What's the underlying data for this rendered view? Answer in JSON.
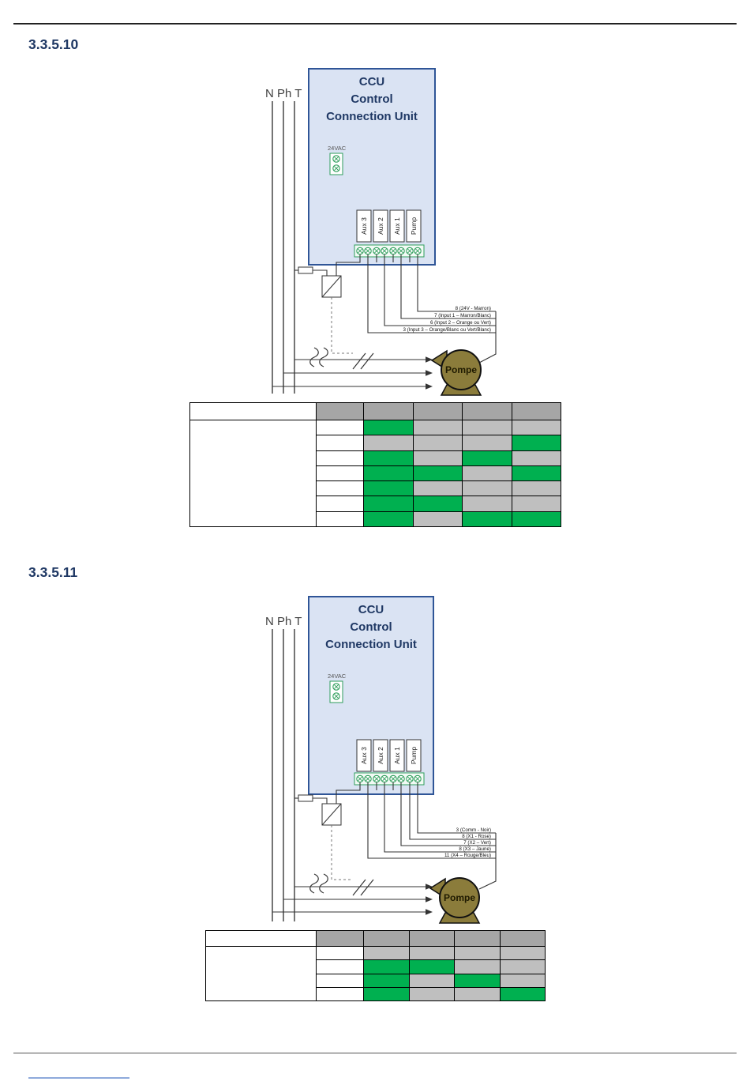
{
  "page": {
    "section1_heading": "3.3.5.10",
    "section2_heading": "3.3.5.11"
  },
  "diagram1": {
    "title_line1": "CCU",
    "title_line2": "Control",
    "title_line3": "Connection Unit",
    "phase_label": "N Ph T",
    "vac_label": "24VAC",
    "aux_labels": [
      "Aux 3",
      "Aux 2",
      "Aux 1",
      "Pump"
    ],
    "wire_labels": [
      "8 (24V - Marron)",
      "7 (Input 1 – Marron/Blanc)",
      "6 (Input 2 – Orange ou Vert)",
      "3 (Input 3 – Orange/Blanc ou Vert/Blanc)"
    ],
    "pump_label": "Pompe"
  },
  "diagram2": {
    "title_line1": "CCU",
    "title_line2": "Control",
    "title_line3": "Connection Unit",
    "phase_label": "N Ph T",
    "vac_label": "24VAC",
    "aux_labels": [
      "Aux 3",
      "Aux 2",
      "Aux 1",
      "Pump"
    ],
    "wire_labels": [
      "3 (Comm - Noir)",
      "8 (X1 - Rose)",
      "7 (X2 – Vert)",
      "8 (X3 – Jaune)",
      "11 (X4 – Rouge/Bleu)"
    ],
    "pump_label": "Pompe"
  },
  "table1": {
    "rows": [
      [
        "green",
        "gray",
        "gray",
        "gray"
      ],
      [
        "gray",
        "gray",
        "gray",
        "green"
      ],
      [
        "green",
        "gray",
        "green",
        "gray"
      ],
      [
        "green",
        "green",
        "gray",
        "green"
      ],
      [
        "green",
        "gray",
        "gray",
        "gray"
      ],
      [
        "green",
        "green",
        "gray",
        "gray"
      ],
      [
        "green",
        "gray",
        "green",
        "green"
      ]
    ]
  },
  "table2": {
    "rows": [
      [
        "gray",
        "gray",
        "gray",
        "gray"
      ],
      [
        "green",
        "green",
        "gray",
        "gray"
      ],
      [
        "green",
        "gray",
        "green",
        "gray"
      ],
      [
        "green",
        "gray",
        "gray",
        "green"
      ]
    ]
  },
  "colors": {
    "green": "#00b050",
    "cell_gray": "#bfbfbf",
    "header_gray": "#a6a6a6",
    "ccu_fill": "#dae3f3",
    "ccu_border": "#2f5597",
    "pump_fill": "#8b7c3b",
    "terminal_green": "#2e9e5b",
    "heading_blue": "#1f3864"
  }
}
